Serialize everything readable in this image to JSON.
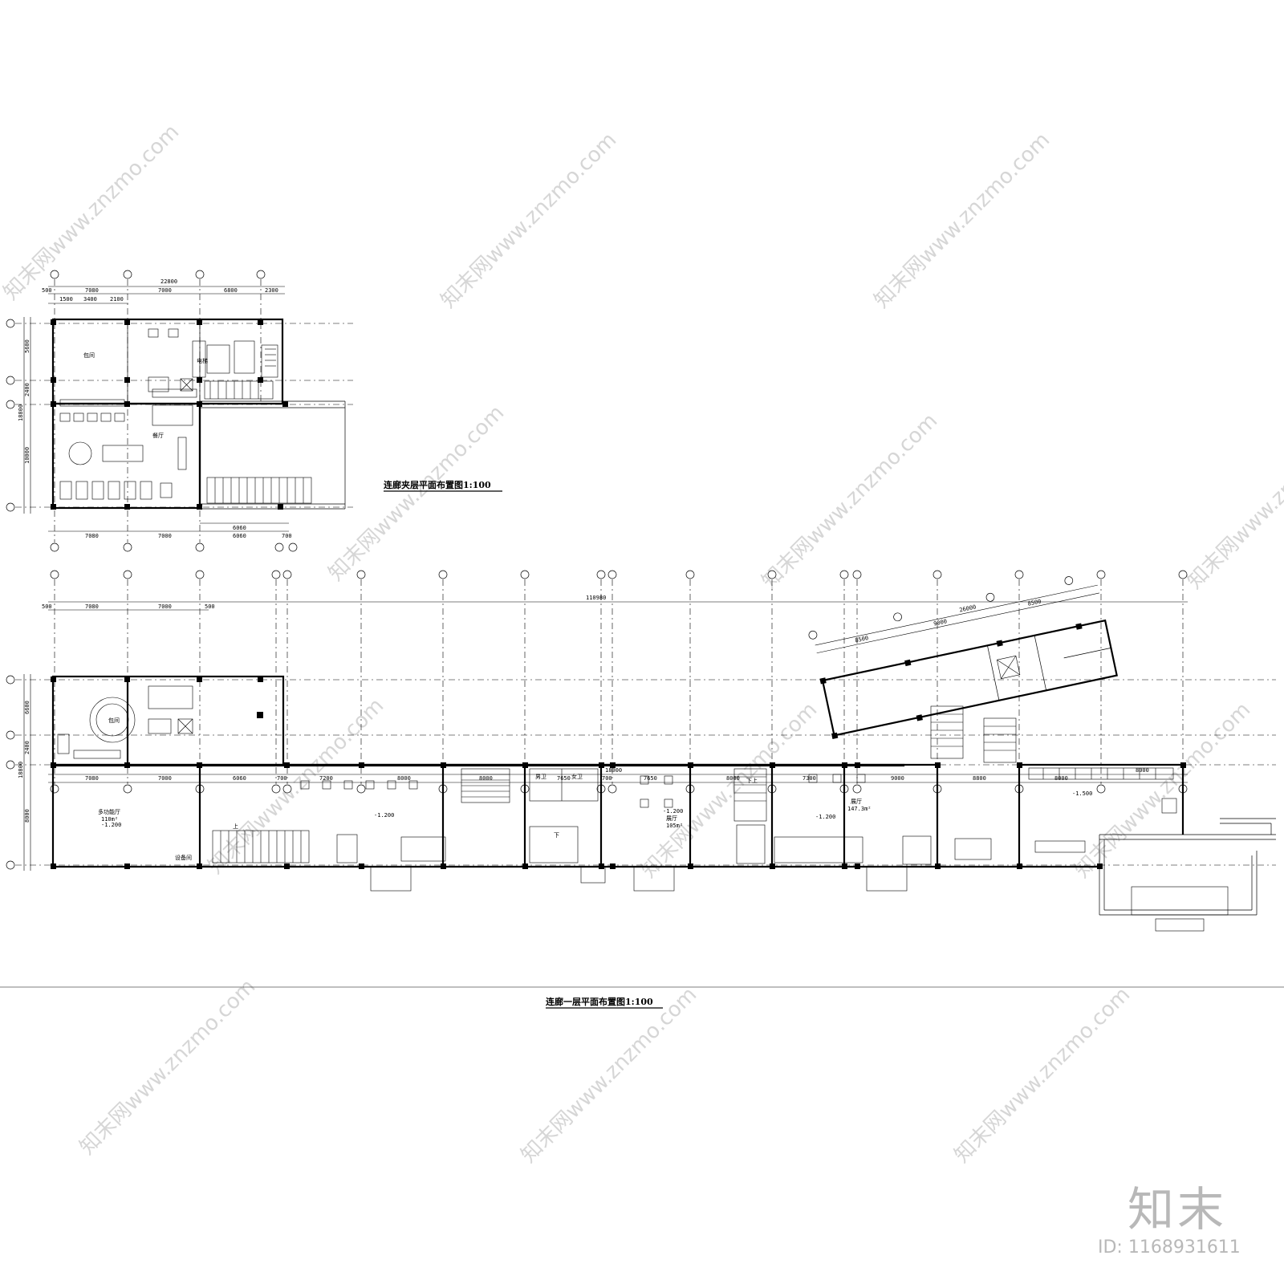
{
  "watermark": {
    "site_text": "知末网www.znzmo.com",
    "brand": "知末",
    "id_text": "ID: 1168931611"
  },
  "plan_upper": {
    "title": "连廊夹层平面布置图1:100",
    "top_total_dim": "22800",
    "top_dims": [
      "500",
      "7080",
      "7000",
      "6800",
      "2300"
    ],
    "top_subdims": [
      "1500",
      "3400",
      "2100"
    ],
    "left_total_dim": "18800",
    "left_dims": [
      "5600",
      "2400",
      "10000"
    ],
    "bottom_dims": [
      "7080",
      "7000",
      "6060"
    ],
    "bottom_subdims": [
      "6060",
      "700"
    ],
    "room_labels": [
      "包间",
      "电梯",
      "餐厅"
    ]
  },
  "plan_lower": {
    "title": "连廊一层平面布置图1:100",
    "total_dim": "110980",
    "top_dims": [
      "500",
      "7080",
      "7000",
      "500"
    ],
    "left_dims": [
      "6600",
      "2400",
      "8000",
      "18800"
    ],
    "bottom_dims": [
      "7080",
      "7000",
      "6060",
      "700",
      "7200",
      "8000",
      "8000",
      "7650",
      "700",
      "7650",
      "8000",
      "7300",
      "9000",
      "8800",
      "8000",
      "8000"
    ],
    "bottom_total": "18000",
    "rotated_dims": [
      "26000",
      "9000",
      "8500",
      "8500"
    ],
    "room_labels": {
      "multi_hall": "多功能厅",
      "multi_area": "110m²",
      "equipment": "设备间",
      "hall_1": "展厅",
      "hall_1_area": "105m²",
      "hall_2": "展厅",
      "hall_2_area": "147.3m²",
      "wc_male": "男卫",
      "wc_female": "女卫",
      "private_room": "包间",
      "stair_up": "上",
      "stair_down": "下",
      "stair_down_up": "下上"
    },
    "levels": [
      "-1.200",
      "-1.200",
      "-1.200",
      "-1.200",
      "-1.500"
    ]
  }
}
